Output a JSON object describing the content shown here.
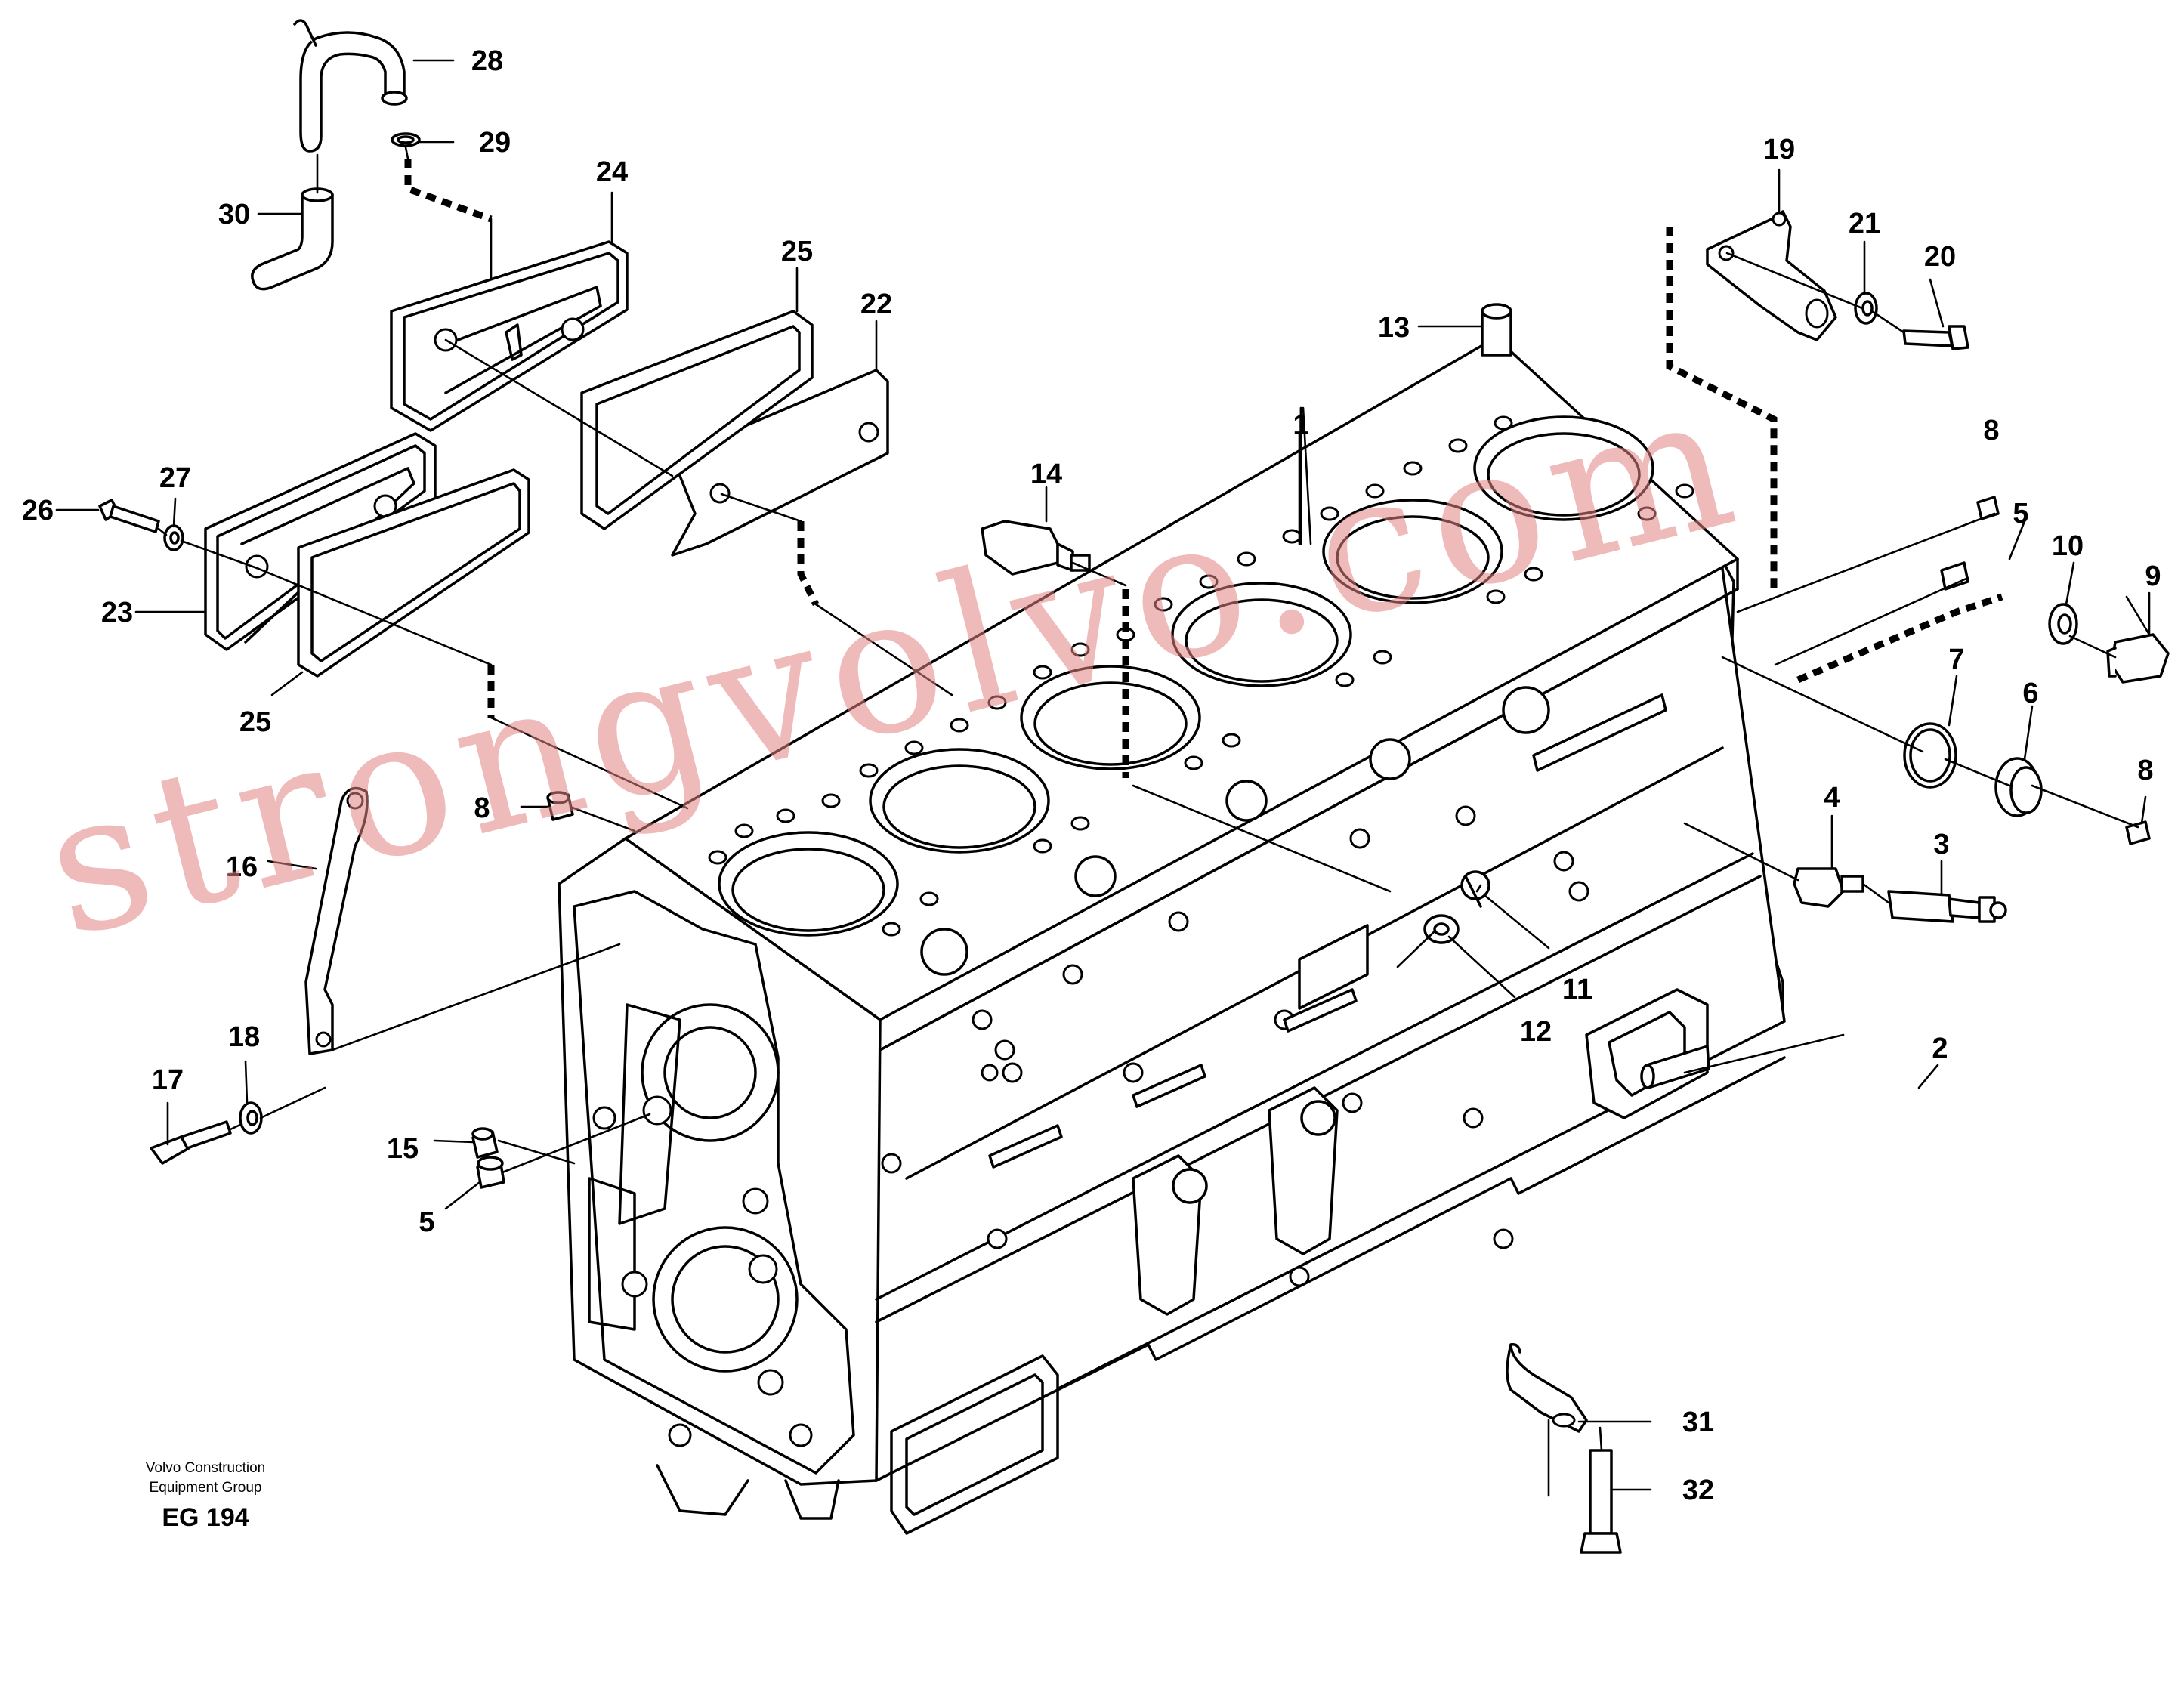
{
  "diagram": {
    "callouts": [
      {
        "id": "c1",
        "label": "1"
      },
      {
        "id": "c2",
        "label": "2"
      },
      {
        "id": "c3",
        "label": "3"
      },
      {
        "id": "c4",
        "label": "4"
      },
      {
        "id": "c5a",
        "label": "5"
      },
      {
        "id": "c5b",
        "label": "5"
      },
      {
        "id": "c6",
        "label": "6"
      },
      {
        "id": "c7",
        "label": "7"
      },
      {
        "id": "c8a",
        "label": "8"
      },
      {
        "id": "c8b",
        "label": "8"
      },
      {
        "id": "c8c",
        "label": "8"
      },
      {
        "id": "c9",
        "label": "9"
      },
      {
        "id": "c10",
        "label": "10"
      },
      {
        "id": "c11",
        "label": "11"
      },
      {
        "id": "c12",
        "label": "12"
      },
      {
        "id": "c13",
        "label": "13"
      },
      {
        "id": "c14",
        "label": "14"
      },
      {
        "id": "c15",
        "label": "15"
      },
      {
        "id": "c16",
        "label": "16"
      },
      {
        "id": "c17",
        "label": "17"
      },
      {
        "id": "c18",
        "label": "18"
      },
      {
        "id": "c19",
        "label": "19"
      },
      {
        "id": "c20",
        "label": "20"
      },
      {
        "id": "c21",
        "label": "21"
      },
      {
        "id": "c22",
        "label": "22"
      },
      {
        "id": "c23",
        "label": "23"
      },
      {
        "id": "c24",
        "label": "24"
      },
      {
        "id": "c25a",
        "label": "25"
      },
      {
        "id": "c25b",
        "label": "25"
      },
      {
        "id": "c26",
        "label": "26"
      },
      {
        "id": "c27",
        "label": "27"
      },
      {
        "id": "c28",
        "label": "28"
      },
      {
        "id": "c29",
        "label": "29"
      },
      {
        "id": "c30",
        "label": "30"
      },
      {
        "id": "c31",
        "label": "31"
      },
      {
        "id": "c32",
        "label": "32"
      }
    ],
    "caption_line1": "Volvo Construction",
    "caption_line2": "Equipment Group",
    "figure_id": "EG 194",
    "watermark": "strongvolvo.com",
    "watermark_color": "#e28282"
  }
}
